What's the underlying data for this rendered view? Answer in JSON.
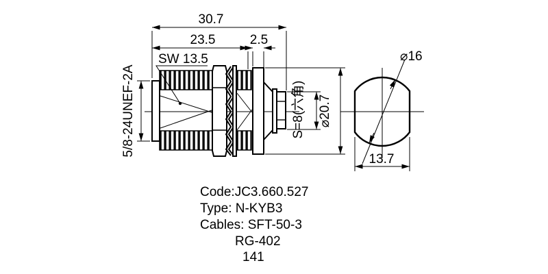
{
  "drawing_title": "N connector bulkhead jack technical drawing",
  "dimensions": {
    "overall_length": "30.7",
    "body_length": "23.5",
    "flange_thickness": "2.5",
    "wrench_size": "SW 13.5",
    "thread_spec": "5/8-24UNEF-2A",
    "hex_label": "S=8(六角)",
    "flange_diameter": "⌀20.7",
    "end_diameter": "⌀16",
    "across_flats": "13.7"
  },
  "notes": {
    "code": "Code:JC3.660.527",
    "type": "Type: N-KYB3",
    "cables": "Cables: SFT-50-3",
    "cables_2": "RG-402",
    "cables_3": "141"
  },
  "colors": {
    "line": "#000000",
    "background": "#ffffff"
  }
}
